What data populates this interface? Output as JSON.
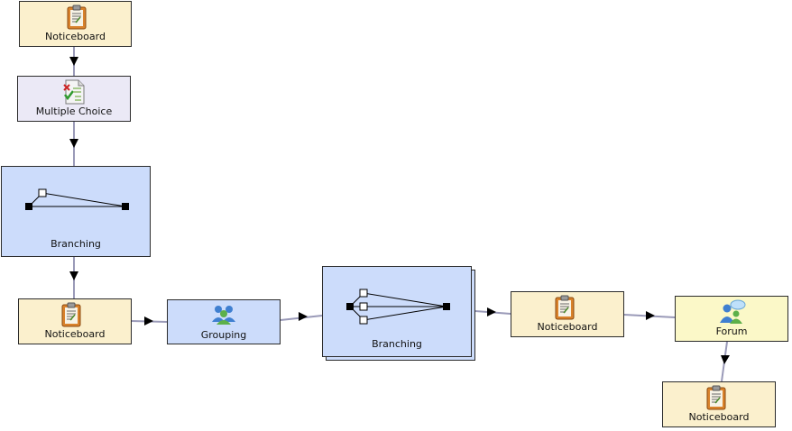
{
  "nodes": {
    "n1": {
      "label": "Noticeboard",
      "icon": "noticeboard-icon"
    },
    "n2": {
      "label": "Multiple Choice",
      "icon": "multiple-choice-icon"
    },
    "n3": {
      "label": "Branching",
      "icon": "branching-icon"
    },
    "n4": {
      "label": "Noticeboard",
      "icon": "noticeboard-icon"
    },
    "n5": {
      "label": "Grouping",
      "icon": "grouping-icon"
    },
    "n6": {
      "label": "Branching",
      "icon": "branching-icon"
    },
    "n7": {
      "label": "Noticeboard",
      "icon": "noticeboard-icon"
    },
    "n8": {
      "label": "Forum",
      "icon": "forum-icon"
    },
    "n9": {
      "label": "Noticeboard",
      "icon": "noticeboard-icon"
    }
  },
  "edges": [
    {
      "from": "n1",
      "to": "n2"
    },
    {
      "from": "n2",
      "to": "n3"
    },
    {
      "from": "n3",
      "to": "n4"
    },
    {
      "from": "n4",
      "to": "n5"
    },
    {
      "from": "n5",
      "to": "n6"
    },
    {
      "from": "n6",
      "to": "n7"
    },
    {
      "from": "n7",
      "to": "n8"
    },
    {
      "from": "n8",
      "to": "n9"
    }
  ],
  "colors": {
    "noticeboard": "#fbf0cd",
    "multiple_choice": "#ebe9f6",
    "branching": "#ccdcfb",
    "grouping": "#ccdcfb",
    "forum": "#fbf8c8",
    "connector": "#9a9ab8"
  }
}
